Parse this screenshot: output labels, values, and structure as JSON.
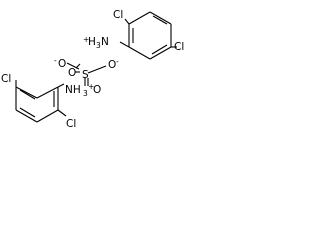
{
  "labels": {
    "top_cl_upper": "Cl",
    "top_cl_right": "Cl",
    "top_h3n_plus": "+",
    "top_h3n": "H",
    "top_h3n_sub": "3",
    "top_h3n_n": "N",
    "sulfate_o_left": "O",
    "sulfate_o_left_charge": "-",
    "sulfate_o_right": "O",
    "sulfate_o_right_charge": "-",
    "sulfate_o_top": "O",
    "sulfate_s": "S",
    "sulfate_o_bottom": "O",
    "bottom_cl_left": "Cl",
    "bottom_nh3_n": "NH",
    "bottom_nh3_sub": "3",
    "bottom_nh3_plus": "+",
    "bottom_cl_lower": "Cl"
  }
}
